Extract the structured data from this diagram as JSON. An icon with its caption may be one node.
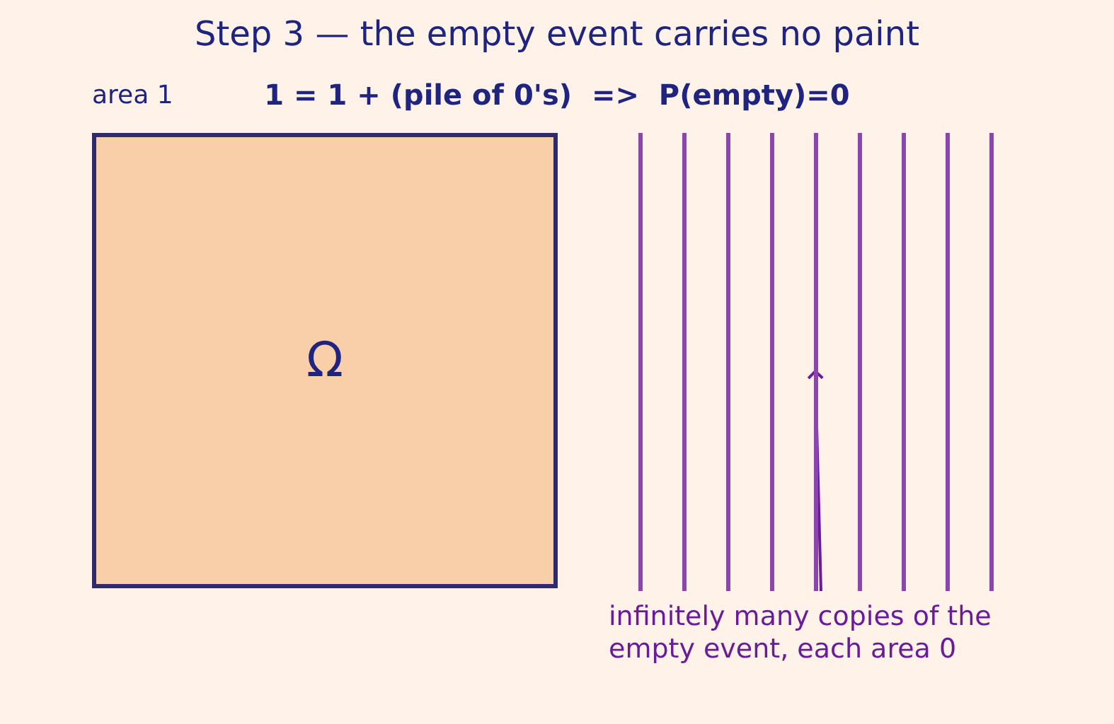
{
  "diagram": {
    "title": "Step 3 — the empty event carries no paint",
    "nodes": [
      {
        "text": [
          "Ω"
        ]
      },
      {
        "text": [],
        "shape": "bar"
      },
      {
        "text": [],
        "shape": "bar"
      },
      {
        "text": [],
        "shape": "bar"
      },
      {
        "text": [],
        "shape": "bar"
      },
      {
        "text": [],
        "shape": "bar"
      },
      {
        "text": [],
        "shape": "bar"
      },
      {
        "text": [],
        "shape": "bar"
      },
      {
        "text": [],
        "shape": "bar"
      },
      {
        "text": [],
        "shape": "bar"
      },
      {
        "text": [
          "infinitely many copies of the empty event, each area 0"
        ]
      }
    ],
    "edges": [
      {
        "from": 10,
        "to": 5,
        "arrow": "to"
      }
    ],
    "labels": [
      "1 = 1 + (pile of 0's)  =>  P(empty)=0",
      "area 1"
    ]
  }
}
